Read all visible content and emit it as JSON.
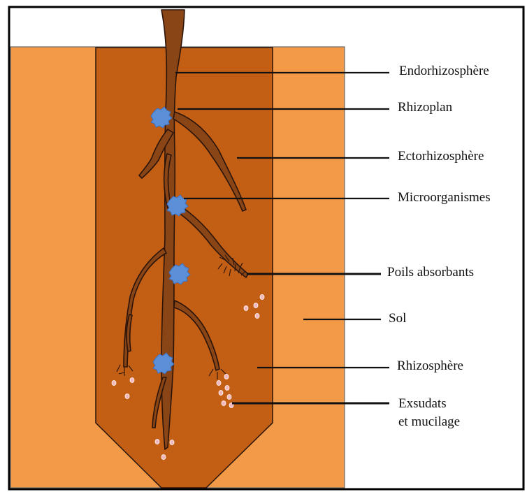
{
  "colors": {
    "soil": "#f29a47",
    "rhizosphere": "#c35f15",
    "root": "#8a4516",
    "root_outline": "#2a140a",
    "microorganism": "#5b8fd8",
    "exudate": "#f2b8bd",
    "frame": "#000000"
  },
  "icons": {
    "microorganism": "microorganism-cluster-icon",
    "exudate": "exudate-droplet-icon"
  },
  "labels": {
    "endorhizosphere": "Endorhizosphère",
    "rhizoplan": "Rhizoplan",
    "ectorhizosphere": "Ectorhizosphère",
    "microorganismes": "Microorganismes",
    "poils_absorbants": "Poils absorbants",
    "sol": "Sol",
    "rhizosphere": "Rhizosphère",
    "exsudats_line1": "Exsudats",
    "exsudats_line2": "et mucilage"
  }
}
